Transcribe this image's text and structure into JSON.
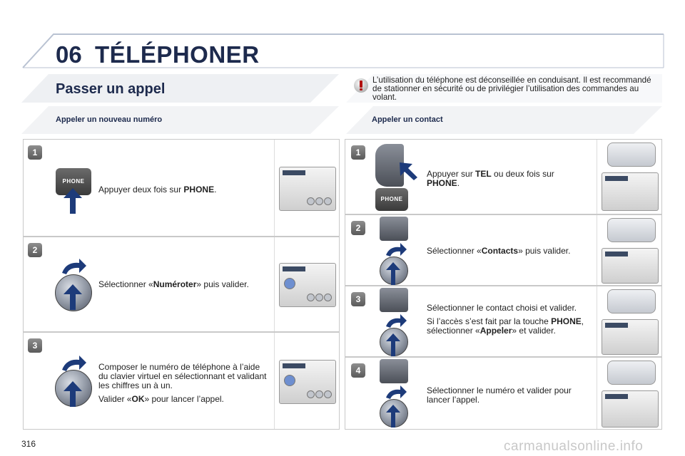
{
  "header": {
    "chapter_number": "06",
    "chapter_title": "TÉLÉPHONER"
  },
  "section": {
    "title": "Passer un appel",
    "warning": "L’utilisation du téléphone est déconseillée en conduisant. Il est recommandé de stationner en sécurité ou de privilégier l’utilisation des commandes au volant."
  },
  "left": {
    "subtitle": "Appeler un nouveau numéro",
    "steps": [
      {
        "num": "1",
        "pre": "Appuyer deux fois sur ",
        "bold": "PHONE",
        "post": ".",
        "button_label": "PHONE"
      },
      {
        "num": "2",
        "pre": "Sélectionner «",
        "bold": "Numéroter",
        "post": "» puis valider."
      },
      {
        "num": "3",
        "line1": "Composer le numéro de téléphone à l’aide du clavier virtuel en sélectionnant et validant les chiffres un à un.",
        "pre2": "Valider «",
        "bold2": "OK",
        "post2": "» pour lancer l’appel."
      }
    ]
  },
  "right": {
    "subtitle": "Appeler un contact",
    "steps": [
      {
        "num": "1",
        "pre": "Appuyer sur ",
        "bold": "TEL",
        "mid": " ou deux fois sur ",
        "bold2": "PHONE",
        "post": ".",
        "button_label": "PHONE"
      },
      {
        "num": "2",
        "pre": "Sélectionner «",
        "bold": "Contacts",
        "post": "» puis valider."
      },
      {
        "num": "3",
        "line1": "Sélectionner le contact choisi et valider.",
        "pre2": "Si l’accès s’est fait par la touche ",
        "bold2a": "PHONE",
        "mid2": ", sélectionner «",
        "bold2b": "Appeler",
        "post2": "» et valider."
      },
      {
        "num": "4",
        "line1": "Sélectionner le numéro et valider pour lancer l’appel."
      }
    ]
  },
  "footer": {
    "page": "316",
    "watermark": "carmanualsonline.info"
  },
  "colors": {
    "title": "#1d2a4d",
    "arrow": "#1d3b7a",
    "panel_border": "#c9c9c9"
  }
}
